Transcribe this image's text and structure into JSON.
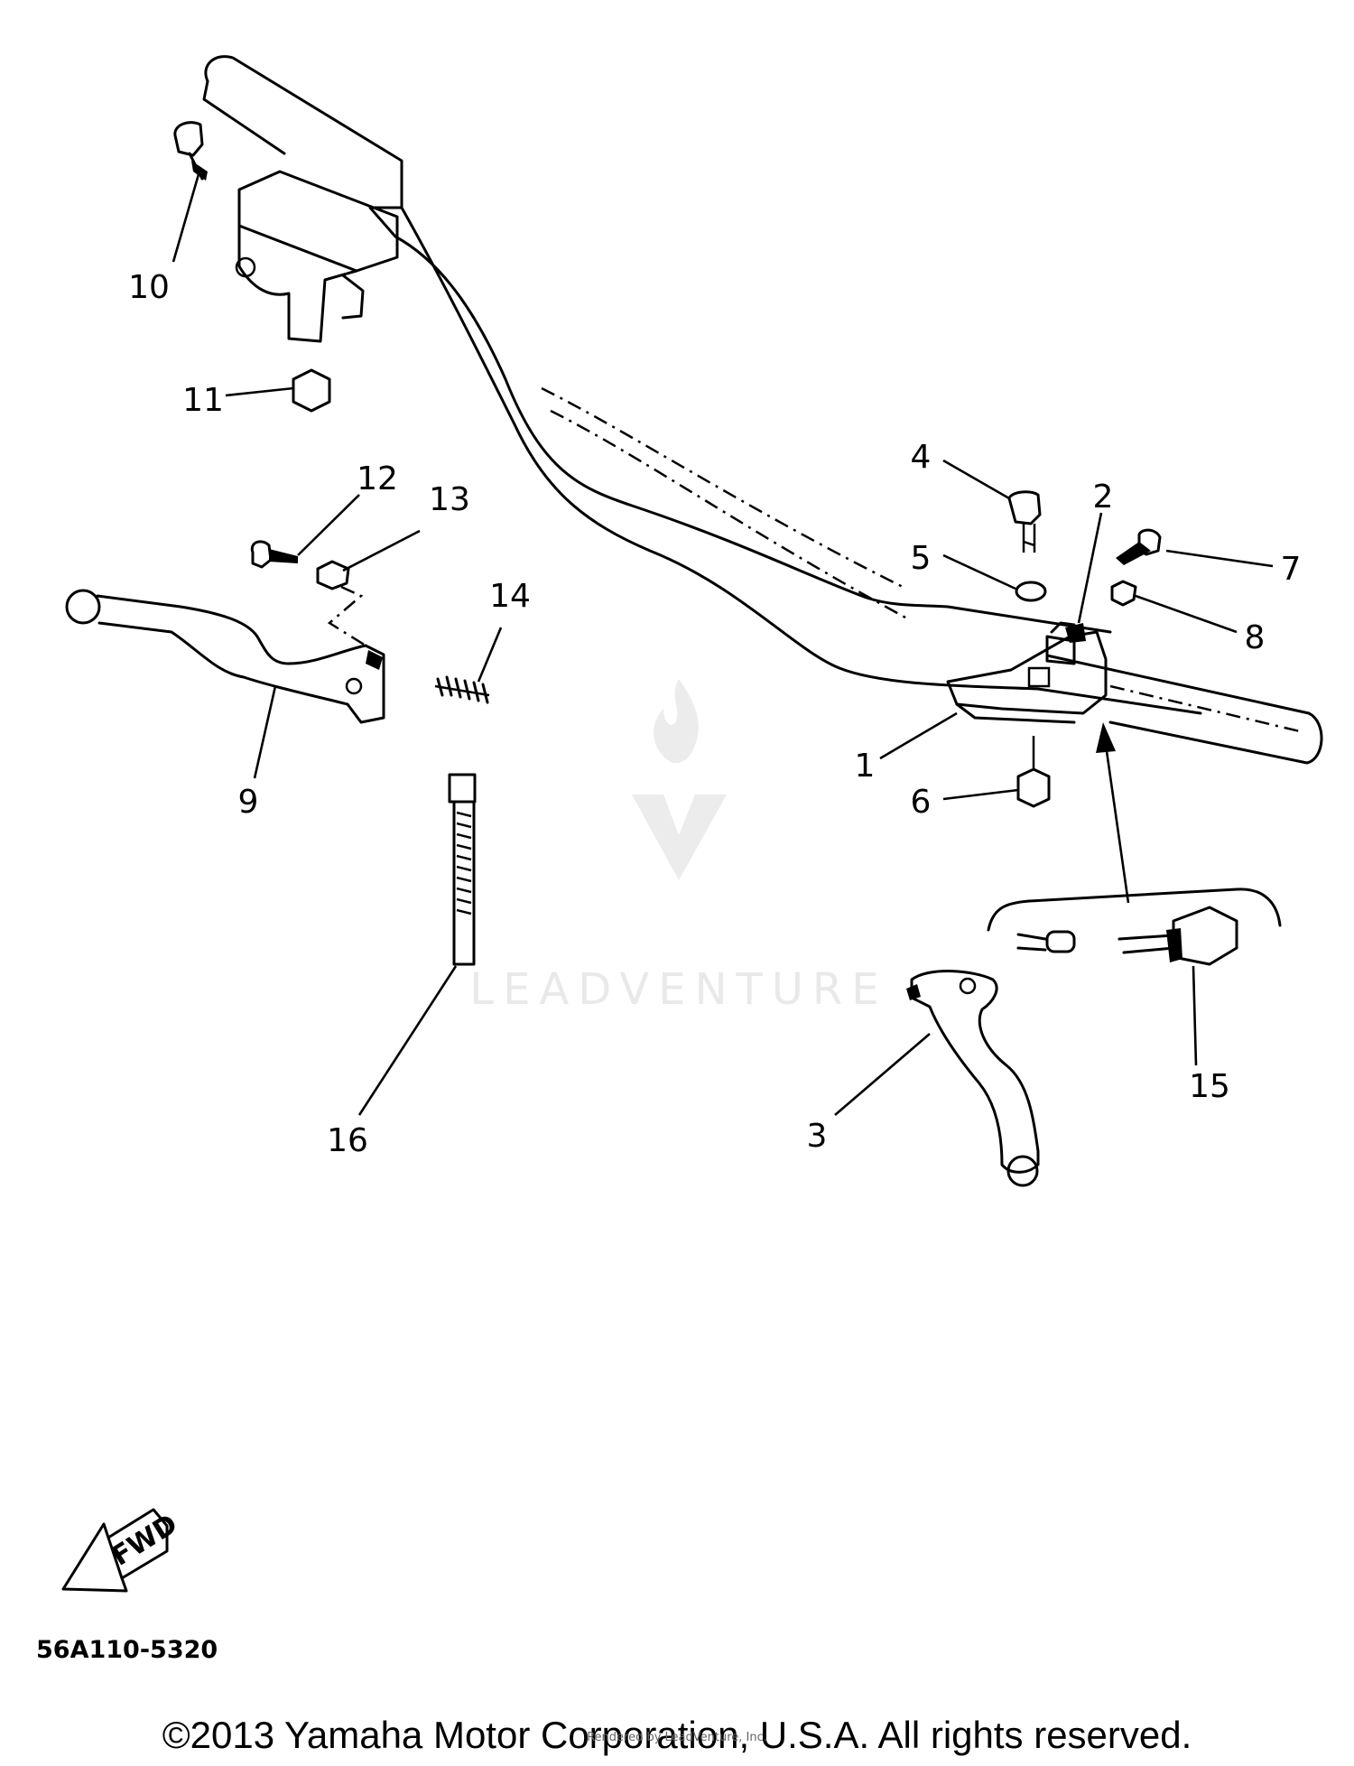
{
  "diagram": {
    "watermark": "LEADVENTURE",
    "fwd_label": "FWD",
    "diagram_code": "56A110-5320",
    "callouts": [
      "1",
      "2",
      "3",
      "4",
      "5",
      "6",
      "7",
      "8",
      "9",
      "10",
      "11",
      "12",
      "13",
      "14",
      "15",
      "16"
    ]
  },
  "footer": {
    "copyright": "©2013 Yamaha Motor Corporation, U.S.A. All rights reserved.",
    "credit": "Rendered by LeadVenture, Inc."
  }
}
